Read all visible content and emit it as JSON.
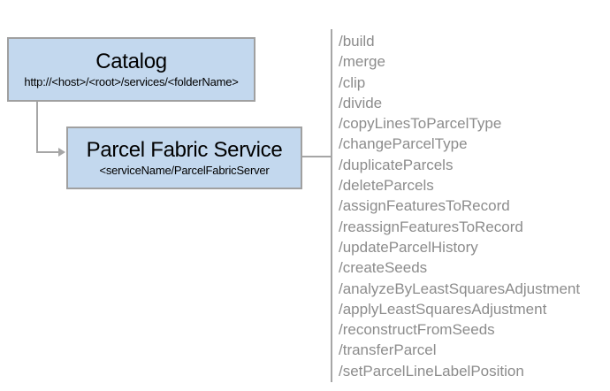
{
  "diagram": {
    "nodes": {
      "catalog": {
        "title": "Catalog",
        "subtitle": "http://<host>/<root>/services/<folderName>"
      },
      "parcel_fabric_service": {
        "title": "Parcel Fabric Service",
        "subtitle": "<serviceName/ParcelFabricServer"
      }
    },
    "operations": [
      "/build",
      "/merge",
      "/clip",
      "/divide",
      "/copyLinesToParcelType",
      "/changeParcelType",
      "/duplicateParcels",
      "/deleteParcels",
      "/assignFeaturesToRecord",
      "/reassignFeaturesToRecord",
      "/updateParcelHistory",
      "/createSeeds",
      "/analyzeByLeastSquaresAdjustment",
      "/applyLeastSquaresAdjustment",
      "/reconstructFromSeeds",
      "/transferParcel",
      "/setParcelLineLabelPosition"
    ],
    "colors": {
      "node_fill": "#c3d8ee",
      "node_border": "#a0a0a0",
      "connector": "#a6a6a6",
      "operation_text": "#8c8c8c",
      "title_text": "#000000"
    }
  }
}
